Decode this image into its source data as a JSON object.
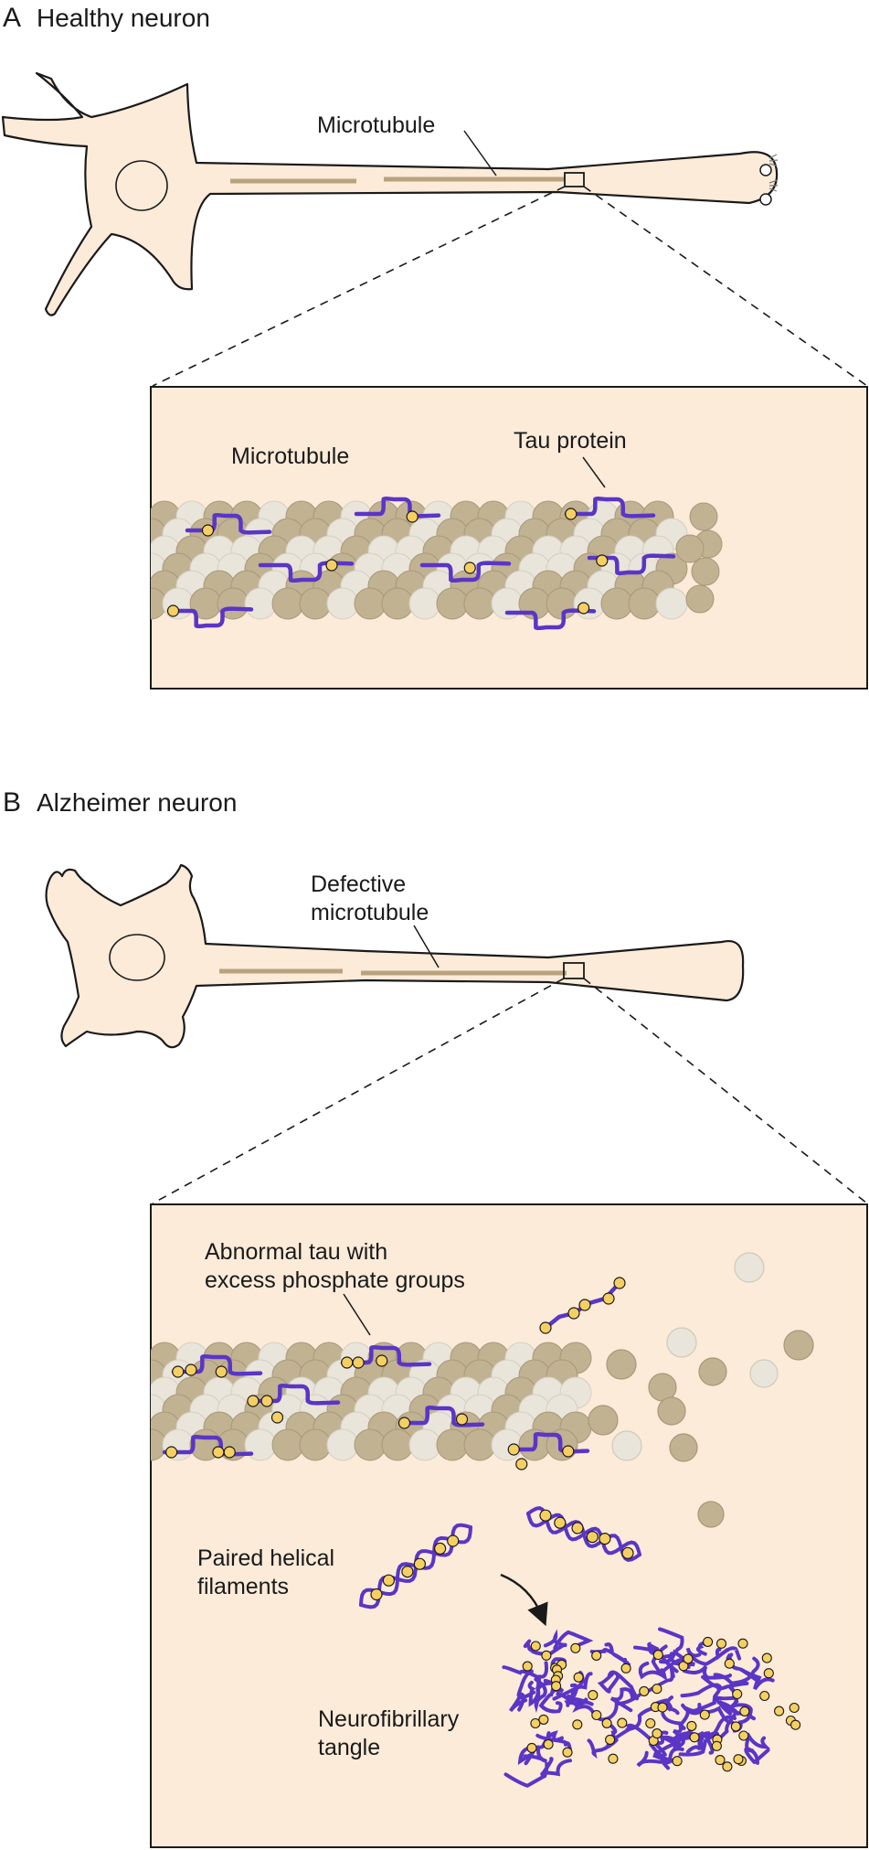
{
  "colors": {
    "cell_fill": "#fcebd9",
    "outline": "#1a1a1a",
    "microtubule_line": "#b8a37e",
    "tubulin_dark": "#c1b292",
    "tubulin_light": "#e9e5da",
    "tau_purple": "#5a35c6",
    "phosphate_yellow": "#f6cf63",
    "inset_bg": "#fcebd9"
  },
  "panel_a": {
    "letter": "A",
    "title": "Healthy neuron",
    "microtubule_label": "Microtubule",
    "inset_microtubule_label": "Microtubule",
    "tau_label": "Tau protein"
  },
  "panel_b": {
    "letter": "B",
    "title": "Alzheimer neuron",
    "defective_label_line1": "Defective",
    "defective_label_line2": "microtubule",
    "abnormal_tau_line1": "Abnormal tau with",
    "abnormal_tau_line2": "excess phosphate groups",
    "phf_line1": "Paired helical",
    "phf_line2": "filaments",
    "tangle_line1": "Neurofibrillary",
    "tangle_line2": "tangle"
  }
}
